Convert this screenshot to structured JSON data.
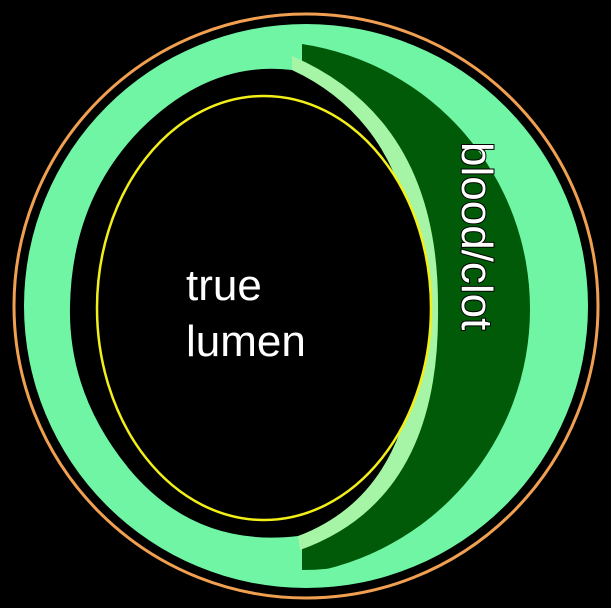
{
  "labels": {
    "true_lumen_line1": "true",
    "true_lumen_line2": "lumen",
    "blood_clot": "blood/clot"
  },
  "colors": {
    "background": "#000000",
    "outer_ring": "#f0a050",
    "vessel_wall": "#70f5a5",
    "intimal_flap": "#a6f5a6",
    "blood_clot": "#005a08",
    "lumen_outline": "#f2f018",
    "lumen_fill": "#000000",
    "text": "#ffffff"
  }
}
